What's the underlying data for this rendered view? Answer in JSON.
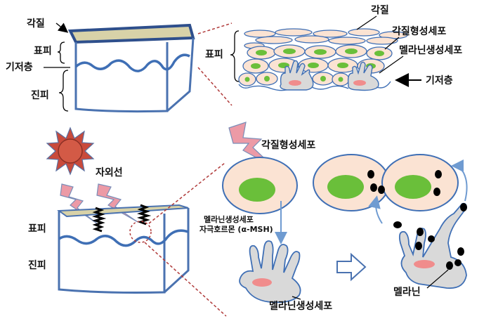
{
  "labels": {
    "stratum_corneum": "각질",
    "epidermis": "표피",
    "basal_layer": "기저층",
    "dermis": "진피",
    "keratinocyte": "각질형성세포",
    "melanocyte": "멜라닌생성세포",
    "uv": "자외선",
    "msh_line1": "멜라닌생성세포",
    "msh_line2": "자극호르몬 (α-MSH)",
    "melanin": "멜라닌"
  },
  "colors": {
    "outline": "#4a72b0",
    "wave": "#3f6fb5",
    "top_face": "#d8d2a8",
    "cell_fill": "#fbe3d3",
    "nucleus": "#6abf3a",
    "melanocyte_fill": "#d9d9d9",
    "melanocyte_nucleus": "#f08c8c",
    "sun": "#c94a3b",
    "lightning": "#ec9aa6",
    "dashed": "#b03a3a",
    "arrow": "#6f9bd1",
    "melanin": "#000000"
  }
}
